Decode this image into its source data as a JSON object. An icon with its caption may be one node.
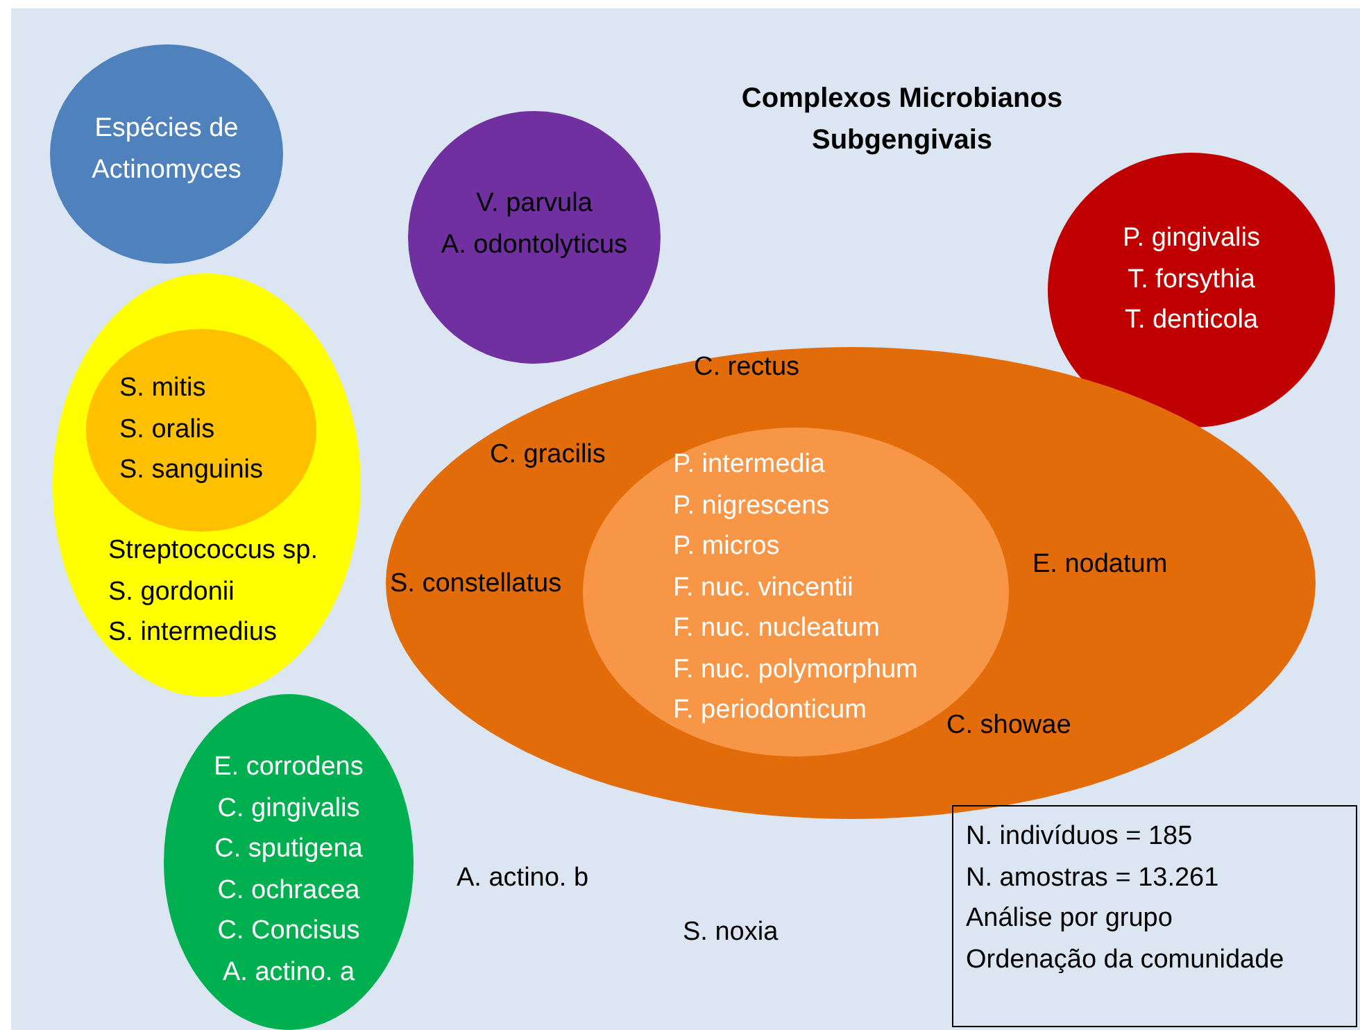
{
  "diagram": {
    "title": "Complexos Microbianos Subgengivais",
    "nodes": [
      {
        "text": [
          "Espécies de Actinomyces"
        ]
      },
      {
        "text": [
          "V. parvula",
          "A. odontolyticus"
        ]
      },
      {
        "text": [
          "P. gingivalis",
          "T. forsythia",
          "T. denticola"
        ]
      },
      {
        "text": [
          "Streptococcus sp.",
          "S. gordonii",
          "S. intermedius"
        ]
      },
      {
        "text": [
          "S. mitis",
          "S. oralis",
          "S. sanguinis"
        ],
        "in": 3
      },
      {
        "text": [
          "C. rectus",
          "C. gracilis",
          "S. constellatus",
          "E. nodatum",
          "C. showae"
        ]
      },
      {
        "text": [
          "P. intermedia",
          "P. nigrescens",
          "P. micros",
          "F. nuc. vincentii",
          "F. nuc. nucleatum",
          "F. nuc. polymorphum",
          "F. periodonticum"
        ],
        "in": 5
      },
      {
        "text": [
          "E. corrodens",
          "C. gingivalis",
          "C. sputigena",
          "C. ochracea",
          "C. Concisus",
          "A. actino. a"
        ]
      },
      {
        "text": [
          "N. indivíduos = 185",
          "N. amostras = 13.261",
          "Análise por grupo",
          "Ordenação da comunidade"
        ]
      }
    ],
    "labels": [
      "A. actino. b",
      "S. noxia"
    ]
  }
}
